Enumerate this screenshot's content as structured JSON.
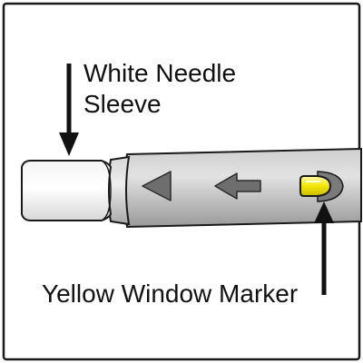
{
  "labels": {
    "needle_sleeve_line1": "White Needle",
    "needle_sleeve_line2": "Sleeve",
    "window_marker": "Yellow Window Marker"
  },
  "icons": {
    "direction_1": "left-triangle-icon",
    "direction_2": "left-arrow-icon",
    "window": "yellow-window-marker-icon"
  },
  "colors": {
    "frame": "#1a1a1a",
    "background": "#ffffff",
    "pen_body_light": "#dcdcdc",
    "pen_body_mid": "#b9b9b9",
    "pen_body_dark": "#8f8f8f",
    "sleeve_light": "#fbfbfb",
    "sleeve_shadow": "#d6d6d6",
    "arrow_gray": "#6e6e6e",
    "window_yellow": "#f2e600",
    "window_yellow_highlight": "#fffbb0",
    "outline": "#1a1a1a"
  }
}
